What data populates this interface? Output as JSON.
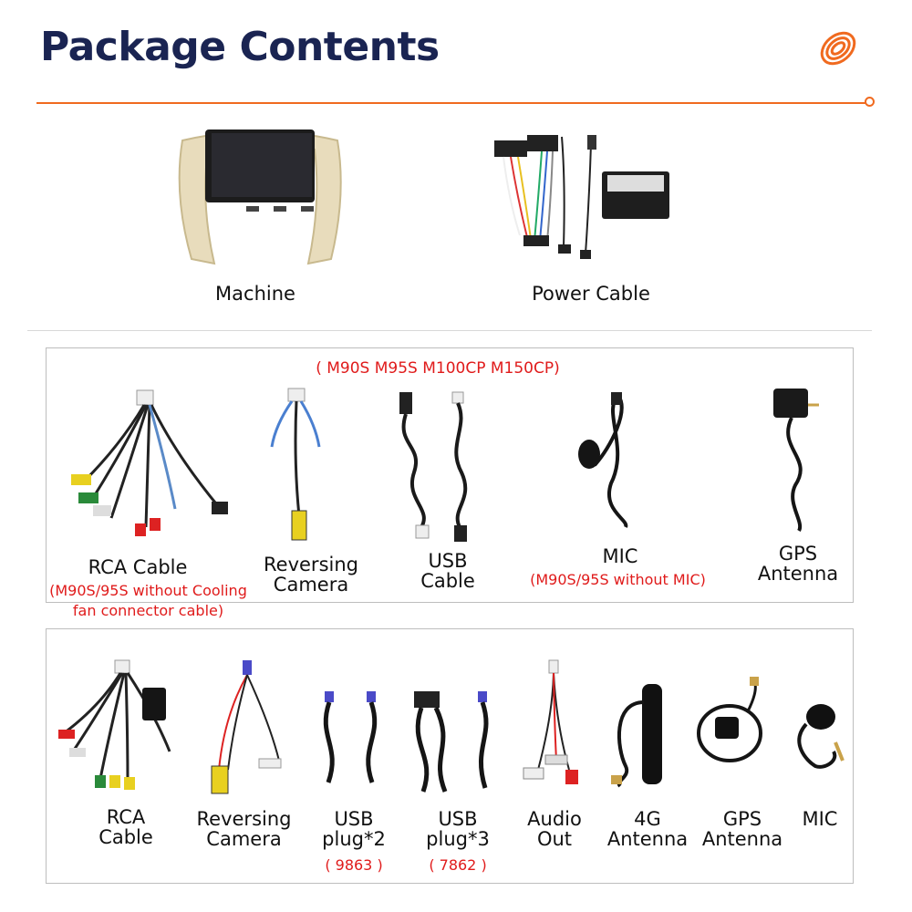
{
  "header": {
    "title": "Package Contents",
    "logo_icon": "orange-coil-logo-icon",
    "accent_color": "#f06a1f",
    "title_color": "#1a2452"
  },
  "top_items": [
    {
      "label": "Machine",
      "icon": "head-unit-image"
    },
    {
      "label": "Power Cable",
      "icon": "power-harness-image"
    }
  ],
  "box1": {
    "note": "( M90S M95S M100CP M150CP)",
    "items": [
      {
        "label": "RCA Cable",
        "note": "(M90S/95S without Cooling fan connector cable)"
      },
      {
        "label": "Reversing Camera"
      },
      {
        "label": "USB Cable"
      },
      {
        "label": "MIC",
        "note": "(M90S/95S without MIC)"
      },
      {
        "label": "GPS Antenna"
      }
    ]
  },
  "box2": {
    "items": [
      {
        "label": "RCA Cable"
      },
      {
        "label": "Reversing Camera"
      },
      {
        "label": "USB plug*2",
        "note": "( 9863 )"
      },
      {
        "label": "USB plug*3",
        "note": "( 7862 )"
      },
      {
        "label": "Audio Out"
      },
      {
        "label": "4G Antenna"
      },
      {
        "label": "GPS Antenna"
      },
      {
        "label": "MIC"
      }
    ]
  }
}
